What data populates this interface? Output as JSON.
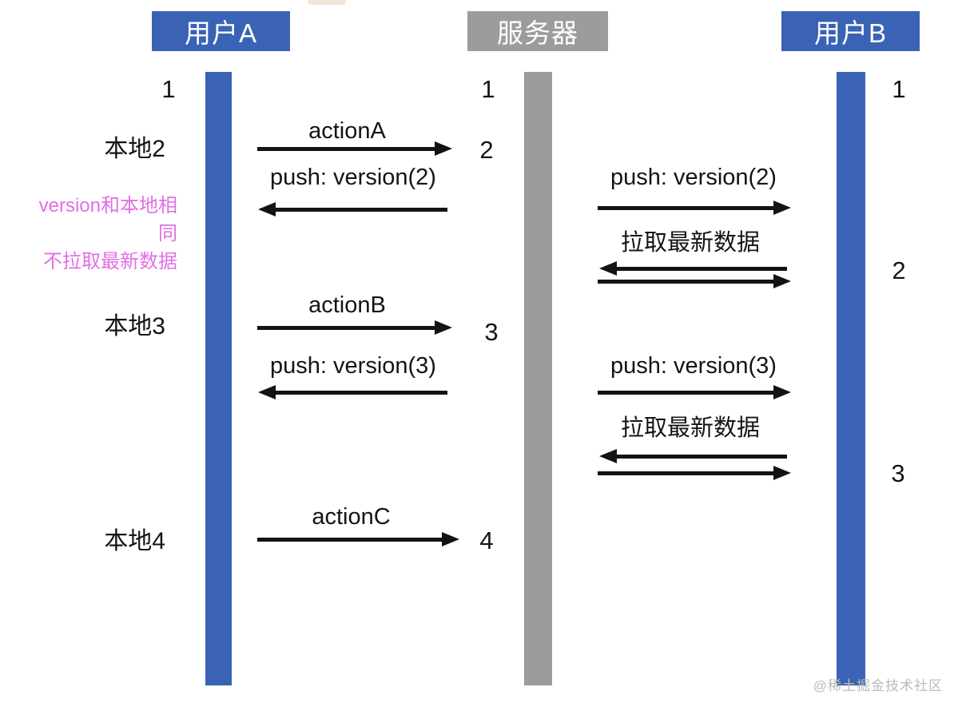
{
  "actors": {
    "user_a": "用户A",
    "server": "服务器",
    "user_b": "用户B"
  },
  "user_a_lane": {
    "version_1": "1",
    "local_2": "本地2",
    "local_3": "本地3",
    "local_4": "本地4",
    "note_line1": "version和本地相同",
    "note_line2": "不拉取最新数据"
  },
  "server_lane": {
    "version_1": "1",
    "version_2": "2",
    "version_3": "3",
    "version_4": "4"
  },
  "user_b_lane": {
    "version_1": "1",
    "version_2": "2",
    "version_3": "3"
  },
  "messages": {
    "action_a": "actionA",
    "push_v2_left": "push: version(2)",
    "push_v2_right": "push: version(2)",
    "pull_latest_1": "拉取最新数据",
    "action_b": "actionB",
    "push_v3_left": "push: version(3)",
    "push_v3_right": "push: version(3)",
    "pull_latest_2": "拉取最新数据",
    "action_c": "actionC"
  },
  "colors": {
    "actor_blue": "#3a63b5",
    "server_gray": "#9c9c9c",
    "note_pink": "#e16fe4",
    "arrow_black": "#131313",
    "watermark_gray": "#bbbbbb"
  },
  "watermark": "@稀土掘金技术社区"
}
